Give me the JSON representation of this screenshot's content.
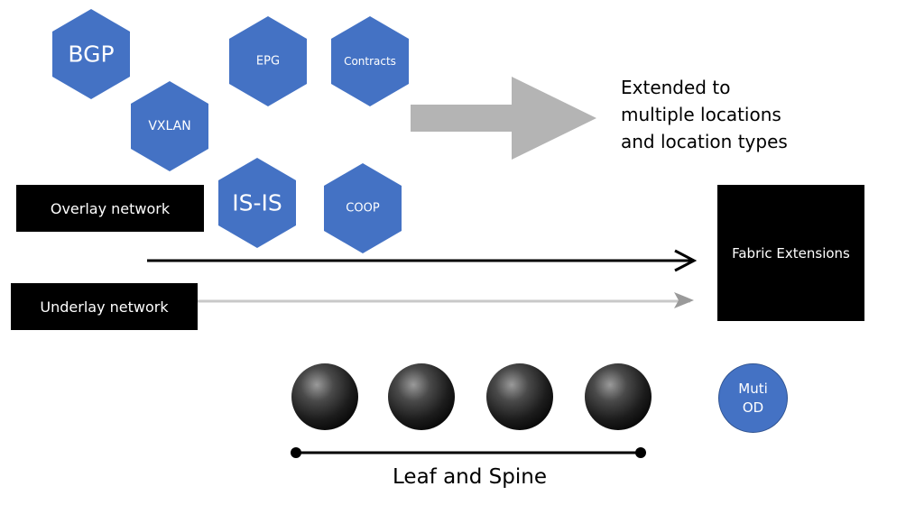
{
  "hexagons": [
    {
      "label": "BGP",
      "size": "large"
    },
    {
      "label": "EPG",
      "size": "small"
    },
    {
      "label": "Contracts",
      "size": "small"
    },
    {
      "label": "VXLAN",
      "size": "small"
    },
    {
      "label": "IS-IS",
      "size": "large"
    },
    {
      "label": "COOP",
      "size": "small"
    }
  ],
  "overlay_label": "Overlay network",
  "underlay_label": "Underlay network",
  "extended_text": "Extended to\nmultiple locations\nand location types",
  "fabric_label": "Fabric Extensions",
  "muti_label": "Muti\nOD",
  "leaf_spine_label": "Leaf and Spine",
  "nodes_count_label": "",
  "colors": {
    "hexagon": "#4472c4",
    "big_arrow": "#b4b4b4",
    "overlay_arrow": "#000000",
    "underlay_arrow": "#c8c8c8"
  }
}
